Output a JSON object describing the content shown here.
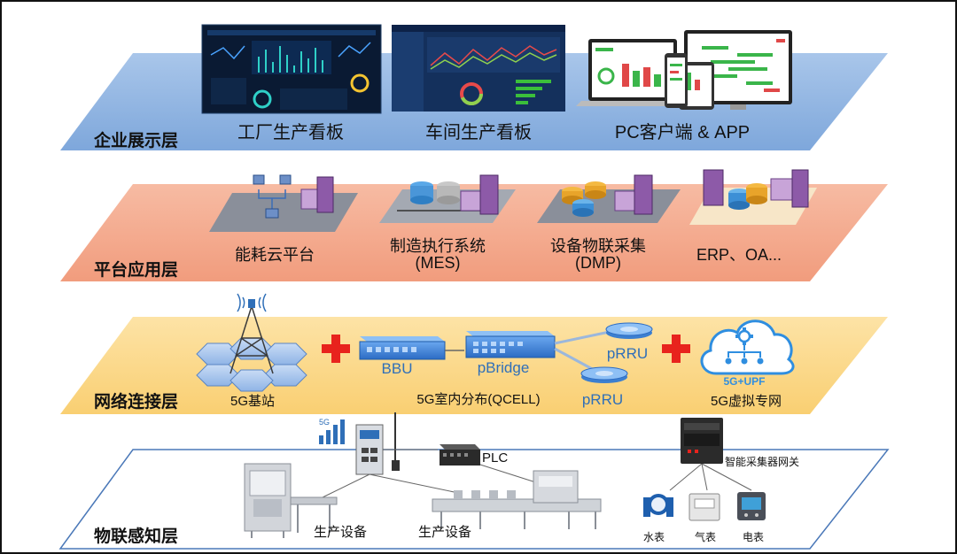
{
  "layers": {
    "enterprise": "企业展示层",
    "platform": "平台应用层",
    "network": "网络连接层",
    "iot": "物联感知层"
  },
  "enterprise": {
    "factory_board": "工厂生产看板",
    "workshop_board": "车间生产看板",
    "pc_app": "PC客户端 & APP"
  },
  "platform": {
    "energy_cloud": "能耗云平台",
    "mes_line1": "制造执行系统",
    "mes_line2": "(MES)",
    "dmp_line1": "设备物联采集",
    "dmp_line2": "(DMP)",
    "erp": "ERP、OA..."
  },
  "network": {
    "base_station": "5G基站",
    "bbu": "BBU",
    "pbridge": "pBridge",
    "prru_top": "pRRU",
    "prru_bottom": "pRRU",
    "qcell": "5G室内分布(QCELL)",
    "upf": "5G+UPF",
    "private_net": "5G虚拟专网"
  },
  "iot": {
    "signal": "5G",
    "plc": "PLC",
    "gateway": "智能采集器网关",
    "equipment_left": "生产设备",
    "equipment_right": "生产设备",
    "water_meter": "水表",
    "gas_meter": "气表",
    "electric_meter": "电表"
  },
  "colors": {
    "enterprise_band": "#8eb4e3",
    "platform_band": "#f4a98b",
    "network_band": "#fbd98a",
    "iot_band": "#ffffff",
    "plus_red": "#e8231d",
    "device_blue": "#3a7fd5"
  }
}
